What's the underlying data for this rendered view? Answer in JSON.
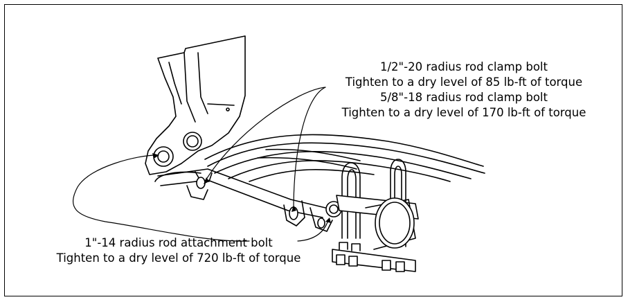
{
  "callouts": {
    "clamp_bolt_half": {
      "title": "1/2\"-20 radius rod clamp bolt",
      "torque": "Tighten to a dry level of 85 lb-ft of torque"
    },
    "clamp_bolt_five_eighths": {
      "title": "5/8\"-18 radius rod clamp bolt",
      "torque": "Tighten to a dry level of 170 lb-ft of torque"
    },
    "attachment_bolt": {
      "title": "1\"-14 radius rod attachment bolt",
      "torque": "Tighten to a dry level of 720 lb-ft of torque"
    }
  },
  "colors": {
    "ink": "#000000",
    "paper": "#ffffff"
  }
}
